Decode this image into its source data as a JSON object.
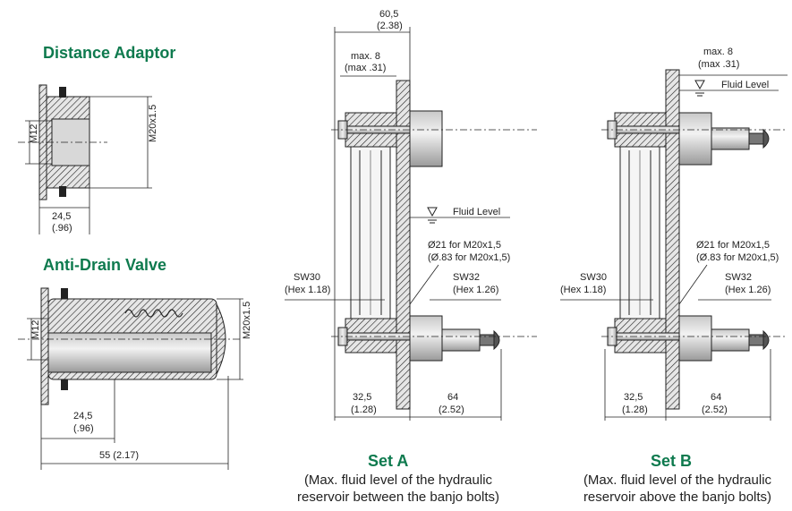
{
  "distance_adaptor": {
    "title": "Distance Adaptor",
    "thread_left": "M12",
    "thread_right": "M20x1.5",
    "length": "24,5",
    "length_in": "(.96)"
  },
  "anti_drain_valve": {
    "title": "Anti-Drain Valve",
    "thread_left": "M12",
    "thread_right": "M20x1.5",
    "length": "24,5",
    "length_in": "(.96)",
    "overall": "55 (2.17)"
  },
  "set_a": {
    "title": "Set A",
    "caption_line1": "(Max. fluid level of the hydraulic",
    "caption_line2": "reservoir between the banjo bolts)",
    "width_top": "60,5",
    "width_top_in": "(2.38)",
    "max": "max. 8",
    "max_in": "(max .31)",
    "fluid_level": "Fluid Level",
    "dia": "Ø21 for M20x1,5",
    "dia_in": "(Ø.83 for M20x1,5)",
    "sw30": "SW30",
    "sw30_in": "(Hex 1.18)",
    "sw32": "SW32",
    "sw32_in": "(Hex 1.26)",
    "dim_left": "32,5",
    "dim_left_in": "(1.28)",
    "dim_right": "64",
    "dim_right_in": "(2.52)"
  },
  "set_b": {
    "title": "Set B",
    "caption_line1": "(Max. fluid level of the hydraulic",
    "caption_line2": "reservoir above the banjo bolts)",
    "max": "max. 8",
    "max_in": "(max .31)",
    "fluid_level": "Fluid Level",
    "dia": "Ø21 for M20x1,5",
    "dia_in": "(Ø.83 for M20x1,5)",
    "sw30": "SW30",
    "sw30_in": "(Hex 1.18)",
    "sw32": "SW32",
    "sw32_in": "(Hex 1.26)",
    "dim_left": "32,5",
    "dim_left_in": "(1.28)",
    "dim_right": "64",
    "dim_right_in": "(2.52)"
  }
}
